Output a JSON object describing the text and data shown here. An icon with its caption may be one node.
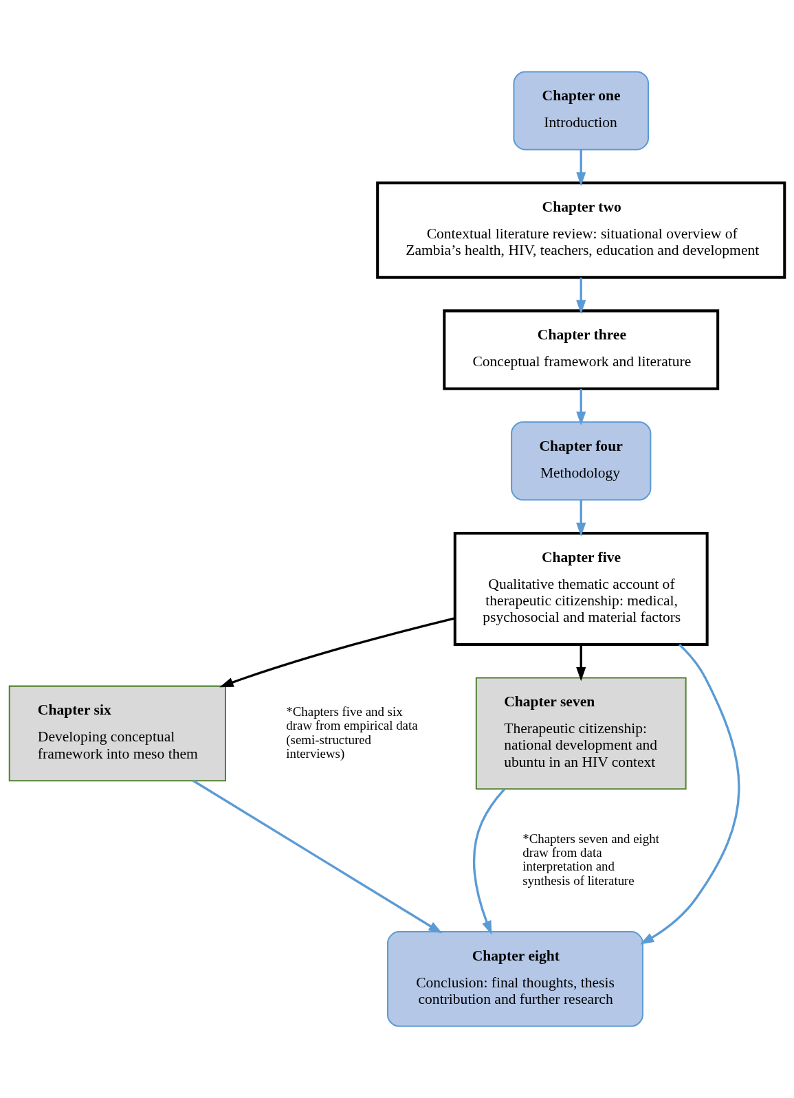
{
  "diagram": {
    "nodes": [
      {
        "text": [
          "Chapter one",
          "Introduction"
        ]
      },
      {
        "text": [
          "Chapter two",
          "Contextual literature review: situational overview of Zambia’s health, HIV, teachers, education and development"
        ]
      },
      {
        "text": [
          "Chapter three",
          "Conceptual framework and literature"
        ]
      },
      {
        "text": [
          "Chapter four",
          "Methodology"
        ]
      },
      {
        "text": [
          "Chapter five",
          "Qualitative thematic account of therapeutic citizenship: medical, psychosocial and material factors"
        ]
      },
      {
        "text": [
          "Chapter six",
          "Developing conceptual framework into meso them"
        ]
      },
      {
        "text": [
          "Chapter seven",
          "Therapeutic citizenship: national development and ubuntu in an HIV context"
        ]
      },
      {
        "text": [
          "Chapter eight",
          "Conclusion: final thoughts, thesis contribution and further research"
        ]
      }
    ],
    "edges": [
      {
        "from": 0,
        "to": 1,
        "arrow": "to"
      },
      {
        "from": 1,
        "to": 2,
        "arrow": "to"
      },
      {
        "from": 2,
        "to": 3,
        "arrow": "to"
      },
      {
        "from": 3,
        "to": 4,
        "arrow": "to"
      },
      {
        "from": 4,
        "to": 5,
        "arrow": "to",
        "color": "#000000"
      },
      {
        "from": 4,
        "to": 6,
        "arrow": "to",
        "color": "#000000"
      },
      {
        "from": 4,
        "to": 7,
        "arrow": "to"
      },
      {
        "from": 5,
        "to": 7,
        "arrow": "to"
      },
      {
        "from": 6,
        "to": 7,
        "arrow": "to"
      }
    ],
    "labels": [
      "*Chapters five and six draw from empirical data (semi-structured interviews)",
      "*Chapters seven and eight draw from data interpretation and synthesis of literature"
    ]
  }
}
